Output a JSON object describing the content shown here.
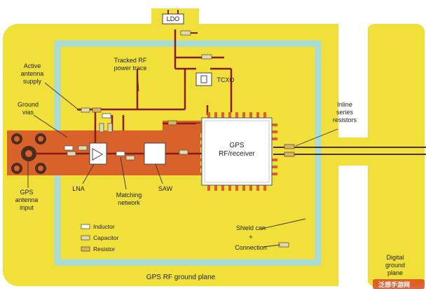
{
  "labels": {
    "ldo": "LDO",
    "tcxo": "TCXO",
    "gps_receiver_line1": "GPS",
    "gps_receiver_line2": "RF/receiver",
    "lna": "LNA",
    "saw": "SAW",
    "tracked_rf_line1": "Tracked RF",
    "tracked_rf_line2": "power trace",
    "active_antenna_line1": "Active",
    "active_antenna_line2": "antenna",
    "active_antenna_line3": "supply",
    "ground_vias_line1": "Ground",
    "ground_vias_line2": "vias",
    "gps_antenna_line1": "GPS",
    "gps_antenna_line2": "antenna",
    "gps_antenna_line3": "input",
    "matching_line1": "Matching",
    "matching_line2": "network",
    "inline_line1": "Inline",
    "inline_line2": "series",
    "inline_line3": "resistors",
    "shield_line1": "Shield can",
    "shield_line2": "+",
    "shield_line3": "Connection",
    "gps_ground_plane": "GPS RF ground plane",
    "digital_line1": "Digital",
    "digital_line2": "ground",
    "digital_line3": "plane"
  },
  "legend": {
    "inductor": "Inductor",
    "capacitor": "Capacitor",
    "resistor": "Resistor"
  },
  "watermark": "泛想手游网",
  "colors": {
    "board": "#f2e03a",
    "shield": "#a8dcd6",
    "rf_area": "#d9622b",
    "trace": "#8b1a1a",
    "chip": "#ffffff"
  }
}
